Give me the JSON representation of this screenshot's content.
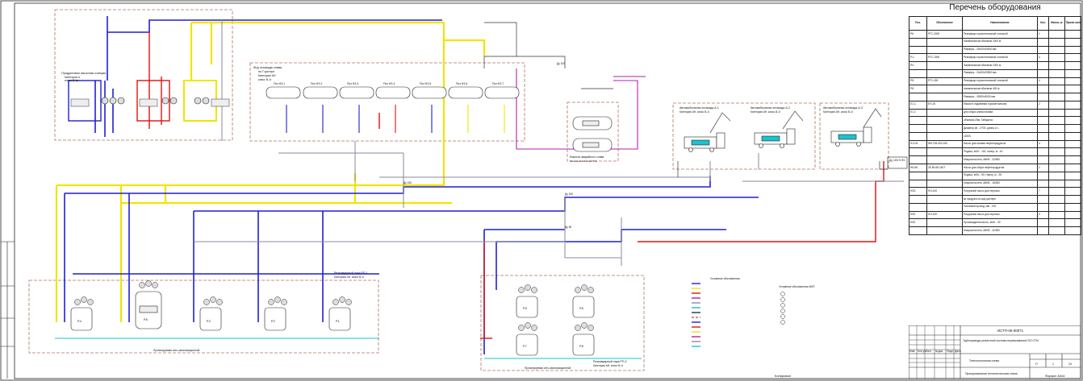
{
  "sheet": {
    "format_label": "Формат А3х4",
    "copied_label": "Копировал",
    "stamp": {
      "doc_number": "ИСТП-00-00071",
      "object_text": "Трубопроводы реагентной системы перекачивания ГКО  СТМ",
      "subtitle": "Технологическая схема",
      "stage": "П",
      "sheet_no": "1",
      "sheets": "10",
      "scheme_title": "Принципиальная технологическая схема",
      "rows": [
        "Изм.",
        "Кол.уч.",
        "Лист",
        "№док.",
        "Подп.",
        "Дата"
      ]
    }
  },
  "equipment_list": {
    "title": "Перечень оборудования",
    "columns": [
      "Поз.",
      "Обозначение",
      "Наименование",
      "Кол.",
      "Масса, кг",
      "Приме-чание"
    ],
    "rows": [
      [
        "Р.6",
        "РГС-2000",
        "Резервуар горизонтальный стальной",
        "1",
        "",
        ""
      ],
      [
        "",
        "",
        "номинальным объемом 2000 м",
        "",
        "",
        ""
      ],
      [
        "",
        "",
        "Размеры - 40х32х33000 мм",
        "",
        "",
        ""
      ],
      [
        "Р.1-",
        "РГС-1000",
        "Резервуар горизонтальный стальной",
        "4",
        "",
        ""
      ],
      [
        "Р.4",
        "",
        "номинальным объемом 1000 м",
        "",
        "",
        ""
      ],
      [
        "",
        "",
        "Размеры - 24х32х23500 мм",
        "",
        "",
        ""
      ],
      [
        "Р.5-",
        "РГС-400",
        "Резервуар горизонтальный стальной",
        "4",
        "",
        ""
      ],
      [
        "Р.8",
        "",
        "номинальным объемом 400 м",
        "",
        "",
        ""
      ],
      [
        "",
        "",
        "Размеры - 40000х3000 мм",
        "",
        "",
        ""
      ],
      [
        "Е1.1-",
        "ЕП-25",
        "Емкость подземная горизонтальная",
        "2",
        "",
        ""
      ],
      [
        "Е1.2",
        "",
        "для сбора слива налива",
        "",
        "",
        ""
      ],
      [
        "",
        "",
        "объемом 25м. Габариты:",
        "",
        "",
        ""
      ],
      [
        "",
        "",
        "Диаметр dн - 2700; длина Lн -",
        "",
        "",
        ""
      ],
      [
        "",
        "",
        "11600.",
        "",
        "",
        ""
      ],
      [
        "Н1-Н4",
        "НМ 125-400-160",
        "Насос для налива нефтепродуктов",
        "4",
        "",
        ""
      ],
      [
        "",
        "",
        "Подача, м3/ч - 100, напор, м - 40",
        "",
        "",
        ""
      ],
      [
        "",
        "",
        "Мощность/сеть, кВт/B - 22/380",
        "",
        "",
        ""
      ],
      [
        "Н5,Н6",
        "2Б 80-65-160Т",
        "Насос для сбора нефтепродуктов",
        "2",
        "",
        ""
      ],
      [
        "",
        "",
        "Подача, м3/ч - 50, Напор, м - 35",
        "",
        "",
        ""
      ],
      [
        "",
        "",
        "Мощность/сеть, кВт/B - 15/380",
        "",
        "",
        ""
      ],
      [
        "НЗ3-",
        "НЭ-100",
        "Погружной насос для перекач-",
        "7",
        "",
        ""
      ],
      [
        "",
        "",
        "ки продукта из ж/д цистерн",
        "",
        "",
        ""
      ],
      [
        "",
        "",
        "Условный проход, мм - 100",
        "",
        "",
        ""
      ],
      [
        "НЗ3",
        "НЭ-100",
        "Погружной насос для перекач-",
        "3",
        "",
        ""
      ],
      [
        "НЗ3",
        "",
        "Производительность, м3/ч - 30",
        "",
        "",
        ""
      ],
      [
        "",
        "",
        "Мощность/сеть, кВт/В - 11/380",
        "",
        "",
        ""
      ]
    ]
  },
  "zones": {
    "pump_station": {
      "title": "Продуктовая насосная станция",
      "sub1": "Категория А",
      "sub2": "класс В-1а"
    },
    "rail_rack": {
      "title": "Ж/д эстакада слива",
      "sub1": "на 7 цистерн",
      "sub2": "Категория АН",
      "sub3": "класс В-1г"
    },
    "rail_tanks": [
      "Поз НЗ-1",
      "Поз НЗ-2",
      "Поз НЗ-3",
      "Поз НЗ-4",
      "Поз НЗ-5",
      "Поз НЗ-6",
      "Поз НЗ-7"
    ],
    "underground": {
      "title": "Емкости аварийного слива",
      "sub1": "Категория АН класс В-1г"
    },
    "truck_rack_1": {
      "title": "Автомобильная эстакада А-1",
      "sub1": "Категория АН, класс В-1г"
    },
    "truck_rack_2": {
      "title": "Автомобильная эстакада А-2",
      "sub1": "Категория АН, класс В-1г"
    },
    "truck_rack_3": {
      "title": "Автомобильная эстакада А-3",
      "sub1": "Категория АН, класс В-1г"
    },
    "tank_park_1": {
      "title": "Резервуарный парк РП-1",
      "sub1": "Категория АН, класс В-1г"
    },
    "tank_park_2": {
      "title": "Резервуарный парк РП-2",
      "sub1": "Категория АН, класс В-1г"
    },
    "tanks_left": [
      "Р.4",
      "Р.3",
      "Р.2",
      "Р.1"
    ],
    "tank_6": "Р.6",
    "tanks_right": [
      "Р.5",
      "Р.6",
      "Р.7",
      "Р.8"
    ],
    "drainage_note": "Проектируемая сеть канализационной",
    "legend_title": "Условные обозначения",
    "legend_title2": "Условные обозначения КИП",
    "pipe_labels": [
      "Ду 100",
      "Ду 150",
      "Ду 200",
      "Ду 50"
    ],
    "collection_label": "Ду 100 Н.Ф1"
  },
  "colors": {
    "blue": "#1f1fd6",
    "yellow": "#f2e400",
    "red": "#e01010",
    "magenta": "#b01fb0",
    "gray": "#9a9aa8",
    "brown": "#b07060",
    "cyan": "#19c3d0"
  }
}
